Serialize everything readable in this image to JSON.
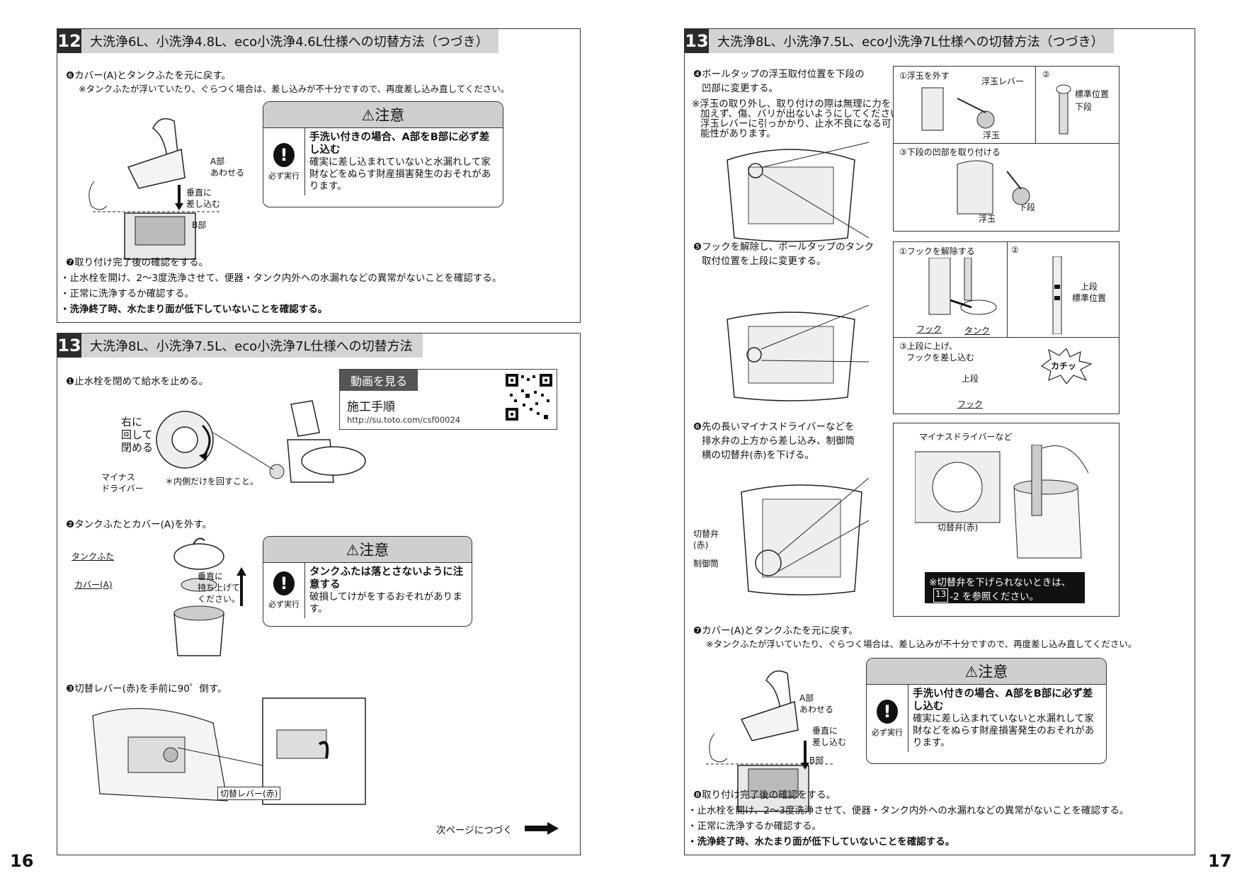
{
  "page_left": {
    "page_number": "16",
    "sec12": {
      "num": "12",
      "title": "大洗浄6L、小洗浄4.8L、eco小洗浄4.6L仕様への切替方法（つづき）",
      "step6": "❻カバー(A)とタンクふたを元に戻す。",
      "step6_note": "※タンクふたが浮いていたり、ぐらつく場合は、差し込みが不十分ですので、再度差し込み直してください。",
      "fig_labels": {
        "a_part": "A部",
        "align": "あわせる",
        "vertical": "垂直に",
        "insert": "差し込む",
        "b_part": "B部"
      },
      "warning": {
        "title": "⚠注意",
        "icon_label": "必ず実行",
        "main": "手洗い付きの場合、A部をB部に必ず差し込む",
        "sub": "確実に差し込まれていないと水漏れして家財などをぬらす財産損害発生のおそれがあります。"
      },
      "step7": "❼取り付け完了後の確認をする。",
      "check1": "・止水栓を開け、2〜3度洗浄させて、便器・タンク内外への水漏れなどの異常がないことを確認する。",
      "check2": "・正常に洗浄するか確認する。",
      "check3": "・洗浄終了時、水たまり面が低下していないことを確認する。"
    },
    "sec13": {
      "num": "13",
      "title": "大洗浄8L、小洗浄7.5L、eco小洗浄7L仕様への切替方法",
      "step1": "❶止水栓を閉めて給水を止める。",
      "fig1": {
        "turn1": "右に",
        "turn2": "回して",
        "turn3": "閉める",
        "drv1": "マイナス",
        "drv2": "ドライバー",
        "note": "＊内側だけを回すこと。"
      },
      "video": {
        "header": "動画を見る",
        "title": "施工手順",
        "url": "http://su.toto.com/csf00024"
      },
      "step2": "❷タンクふたとカバー(A)を外す。",
      "fig2": {
        "lid": "タンクふた",
        "cover": "カバー(A)",
        "v1": "垂直に",
        "v2": "持ち上げて",
        "v3": "ください。"
      },
      "warning": {
        "title": "⚠注意",
        "icon_label": "必ず実行",
        "main": "タンクふたは落とさないように注意する",
        "sub": "破損してけがをするおそれがあります。"
      },
      "step3": "❸切替レバー(赤)を手前に90゜倒す。",
      "fig3": {
        "lever": "切替レバー(赤)"
      },
      "continue": "次ページにつづく"
    }
  },
  "page_right": {
    "page_number": "17",
    "sec13": {
      "num": "13",
      "title": "大洗浄8L、小洗浄7.5L、eco小洗浄7L仕様への切替方法（つづき）",
      "step4": "❹ボールタップの浮玉取付位置を下段の凹部に変更する。",
      "step4_line1": "❹ボールタップの浮玉取付位置を下段の",
      "step4_line2": "凹部に変更する。",
      "step4_note1": "※浮玉の取り外し、取り付けの際は無理に力を",
      "step4_note2": "加えず、傷、バリが出ないようにしてください。",
      "step4_note3": "浮玉レバーに引っかかり、止水不良になる可",
      "step4_note4": "能性があります。",
      "fig4": {
        "s1": "①浮玉を外す",
        "lever": "浮玉レバー",
        "s2": "②",
        "std": "標準位置",
        "lower": "下段",
        "float": "浮玉",
        "s3": "③下段の凹部を取り付ける",
        "float2": "浮玉",
        "lower2": "下段"
      },
      "step5_line1": "❺フックを解除し、ボールタップのタンク",
      "step5_line2": "取付位置を上段に変更する。",
      "fig5": {
        "s1": "①フックを解除する",
        "s2": "②",
        "upper": "上段",
        "std": "標準位置",
        "hook": "フック",
        "tank": "タンク",
        "s3a": "③上段に上げ、",
        "s3b": "フックを差し込む",
        "upper2": "上段",
        "click": "カチッ",
        "hook2": "フック"
      },
      "step6_line1": "❻先の長いマイナスドライバーなどを",
      "step6_line2": "排水弁の上方から差し込み、制御筒",
      "step6_line3": "横の切替弁(赤)を下げる。",
      "fig6": {
        "valve1": "切替弁",
        "valve2": "(赤)",
        "cyl": "制御筒",
        "driver": "マイナスドライバーなど",
        "valve_red": "切替弁(赤)",
        "note1": "※切替弁を下げられないときは、",
        "note2_num": "13",
        "note2": "-2 を参照ください。"
      },
      "step7": "❼カバー(A)とタンクふたを元に戻す。",
      "step7_note": "※タンクふたが浮いていたり、ぐらつく場合は、差し込みが不十分ですので、再度差し込み直してください。",
      "fig7": {
        "a_part": "A部",
        "align": "あわせる",
        "vertical": "垂直に",
        "insert": "差し込む",
        "b_part": "B部"
      },
      "warning": {
        "title": "⚠注意",
        "icon_label": "必ず実行",
        "main": "手洗い付きの場合、A部をB部に必ず差し込む",
        "sub": "確実に差し込まれていないと水漏れして家財などをぬらす財産損害発生のおそれがあります。"
      },
      "step8": "❽取り付け完了後の確認をする。",
      "check1": "・止水栓を開け、2〜3度洗浄させて、便器・タンク内外への水漏れなどの異常がないことを確認する。",
      "check2": "・正常に洗浄するか確認する。",
      "check3": "・洗浄終了時、水たまり面が低下していないことを確認する。"
    }
  }
}
